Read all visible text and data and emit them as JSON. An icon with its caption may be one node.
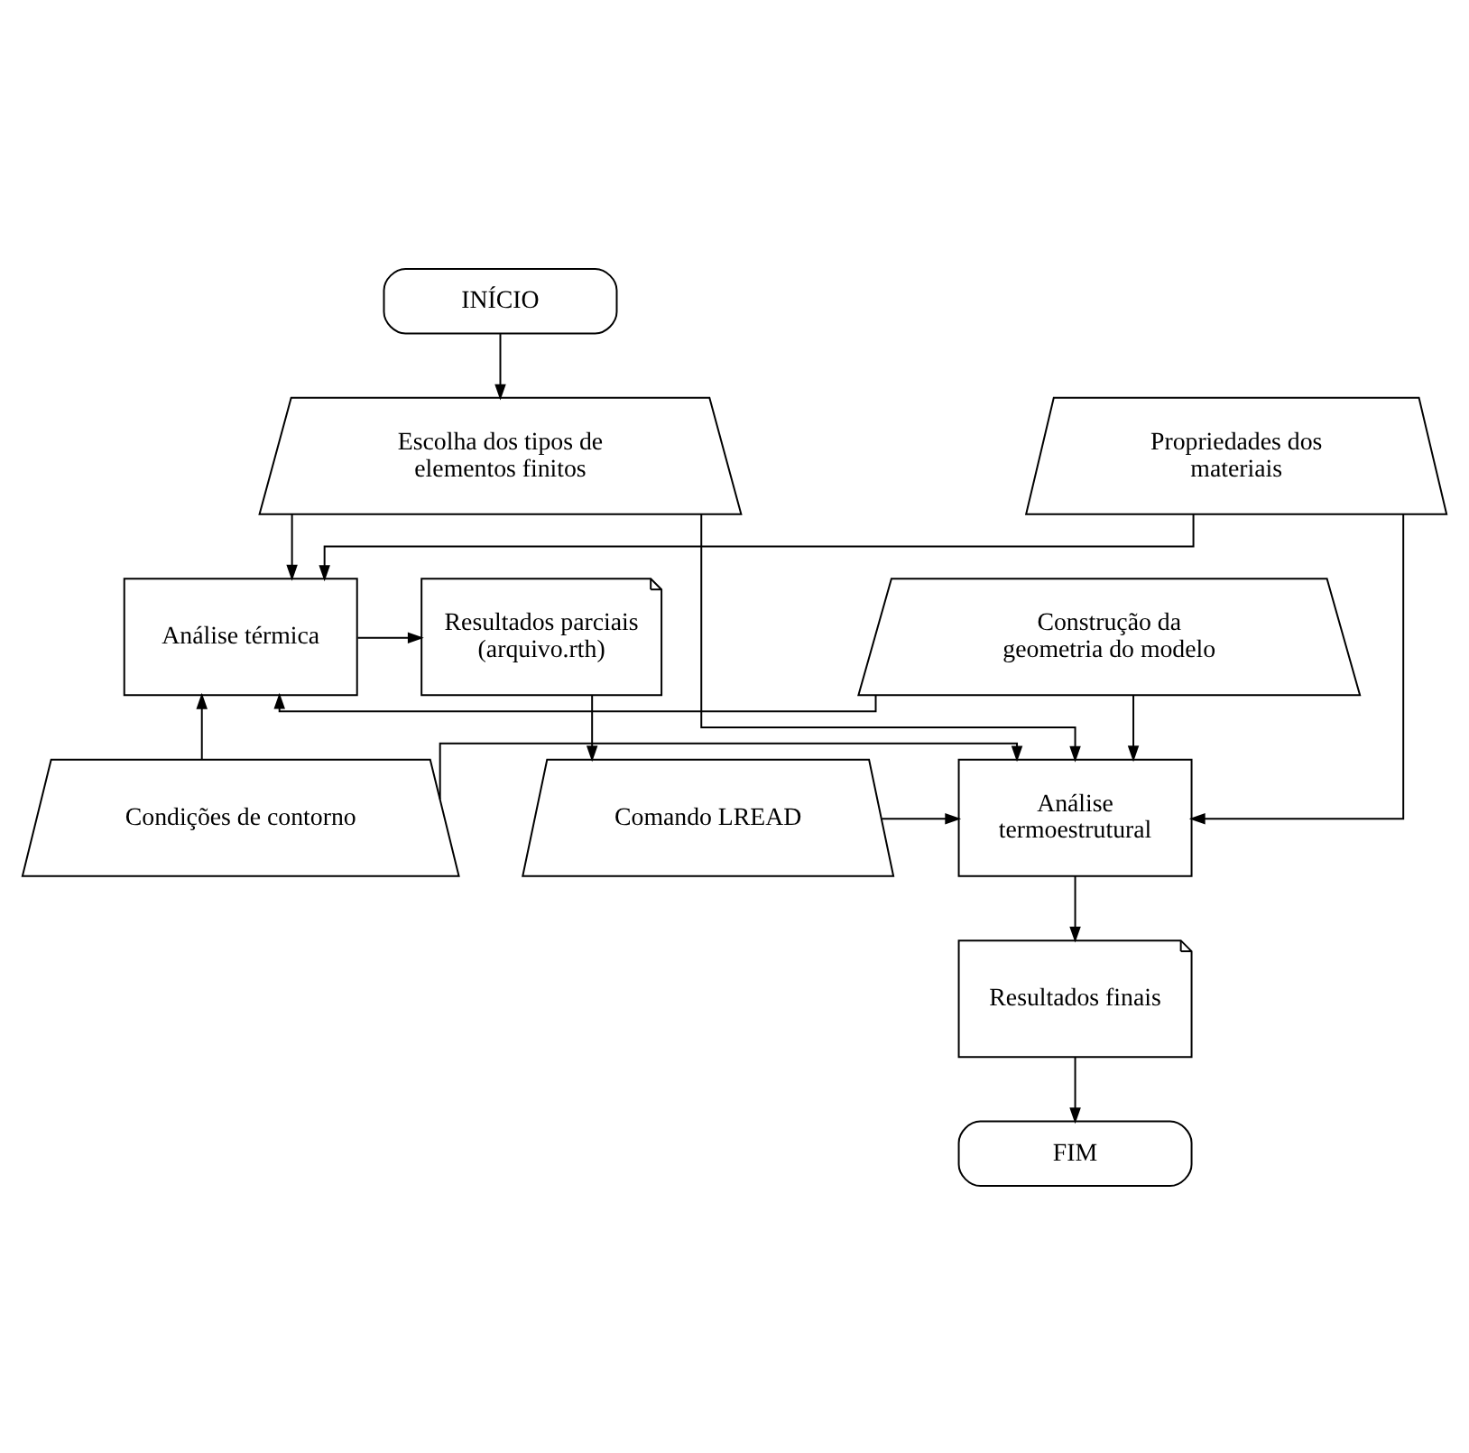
{
  "diagram": {
    "nodes": [
      {
        "text": [
          "INÍCIO"
        ]
      },
      {
        "text": [
          "Escolha dos tipos de elementos finitos"
        ]
      },
      {
        "text": [
          "Propriedades dos materiais"
        ]
      },
      {
        "text": [
          "Construção da geometria do modelo"
        ]
      },
      {
        "text": [
          "Condições de contorno"
        ]
      },
      {
        "text": [
          "Análise térmica"
        ]
      },
      {
        "text": [
          "Resultados parciais (arquivo.rth)"
        ]
      },
      {
        "text": [
          "Comando LREAD"
        ]
      },
      {
        "text": [
          "Análise termoestrutural"
        ]
      },
      {
        "text": [
          "Resultados finais"
        ]
      },
      {
        "text": [
          "FIM"
        ]
      }
    ],
    "edges": [
      {
        "from": 0,
        "to": 1,
        "arrow": "to"
      },
      {
        "from": 1,
        "to": 5,
        "arrow": "to"
      },
      {
        "from": 2,
        "to": 5,
        "arrow": "to"
      },
      {
        "from": 3,
        "to": 5,
        "arrow": "to"
      },
      {
        "from": 4,
        "to": 5,
        "arrow": "to"
      },
      {
        "from": 1,
        "to": 8,
        "arrow": "to"
      },
      {
        "from": 2,
        "to": 8,
        "arrow": "to"
      },
      {
        "from": 3,
        "to": 8,
        "arrow": "to"
      },
      {
        "from": 4,
        "to": 8,
        "arrow": "to"
      },
      {
        "from": 5,
        "to": 6,
        "arrow": "to"
      },
      {
        "from": 6,
        "to": 7,
        "arrow": "to"
      },
      {
        "from": 7,
        "to": 8,
        "arrow": "to"
      },
      {
        "from": 8,
        "to": 9,
        "arrow": "to"
      },
      {
        "from": 9,
        "to": 10,
        "arrow": "to"
      }
    ]
  }
}
